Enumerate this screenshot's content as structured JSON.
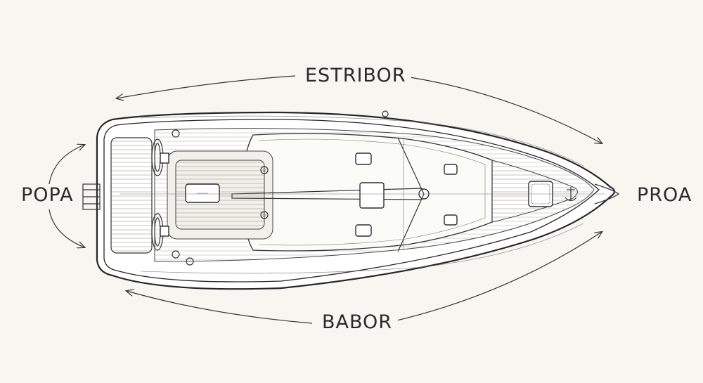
{
  "labels": {
    "starboard": "ESTRIBOR",
    "port": "BABOR",
    "stern": "POPA",
    "bow": "PROA"
  },
  "colors": {
    "background": "#f7f6f1",
    "ink": "#2a2a2a",
    "hull_fill": "#ffffff"
  }
}
